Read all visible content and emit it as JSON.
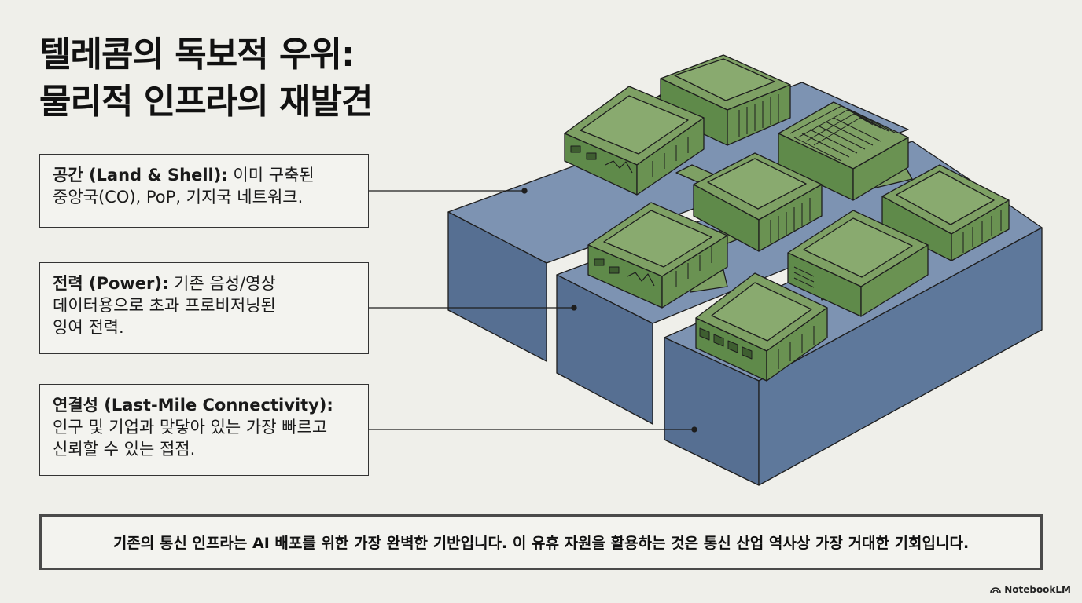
{
  "title": {
    "line1": "텔레콤의 독보적 우위:",
    "line2": "물리적 인프라의 재발견"
  },
  "callouts": [
    {
      "heading": "공간 (Land & Shell):",
      "body1": " 이미 구축된",
      "body2": "중앙국(CO), PoP, 기지국 네트워크."
    },
    {
      "heading": "전력 (Power):",
      "body1": " 기존 음성/영상",
      "body2": "데이터용으로 초과 프로비저닝된",
      "body3": "잉여 전력."
    },
    {
      "heading": "연결성 (Last-Mile Connectivity):",
      "body1": "인구 및 기업과 맞닿아 있는 가장 빠르고",
      "body2": "신뢰할 수 있는 접점."
    }
  ],
  "conclusion": "기존의 통신 인프라는 AI 배포를 위한 가장 완벽한 기반입니다. 이 유휴 자원을 활용하는 것은 통신 산업 역사상 가장 거대한 기회입니다.",
  "brand": "NotebookLM",
  "icons": {
    "brand": "notebooklm-logo-icon"
  },
  "colors": {
    "background": "#efefea",
    "platform_blue": "#5a7396",
    "module_green": "#6e9457",
    "outline": "#1e1e1e"
  }
}
